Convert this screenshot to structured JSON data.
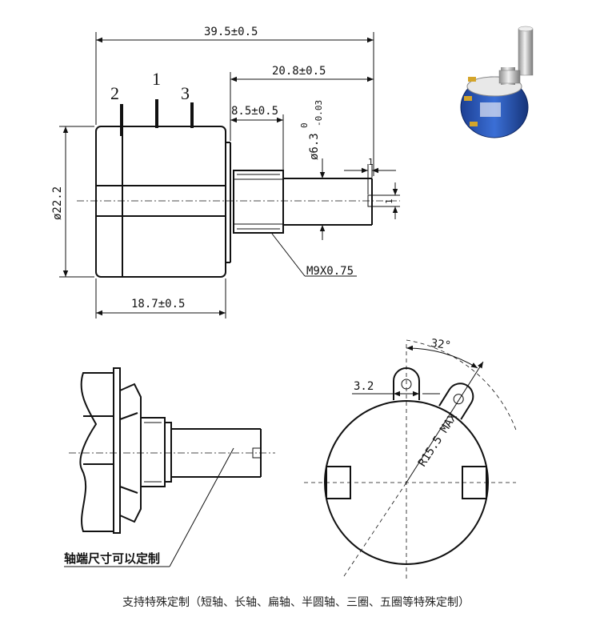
{
  "dimensions": {
    "overall_length": "39.5±0.5",
    "shaft_length": "20.8±0.5",
    "thread_length": "8.5±0.5",
    "shaft_dia": "ø6.3",
    "shaft_tol_upper": "0",
    "shaft_tol_lower": "-0.03",
    "slot_width": "1",
    "slot_depth": "1",
    "body_dia": "ø22.2",
    "body_length": "18.7±0.5",
    "thread": "M9X0.75",
    "lug_width": "3.2",
    "angle": "32°",
    "radius": "R15.5 MAX"
  },
  "pins": [
    "2",
    "1",
    "3"
  ],
  "note": "轴端尺寸可以定制",
  "caption": "支持特殊定制（短轴、长轴、扁轴、半圆轴、三圈、五圈等特殊定制）",
  "colors": {
    "line": "#111111",
    "body_blue": "#2a55b8",
    "metal": "#c9c9c9"
  }
}
